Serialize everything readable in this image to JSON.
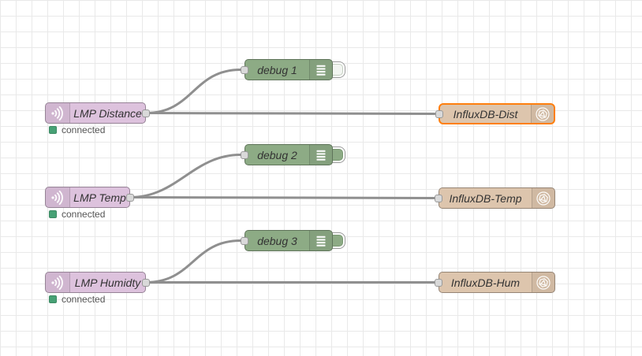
{
  "colors": {
    "mqtt_node": "#ddc2dd",
    "debug_node": "#8dab85",
    "influx_node": "#ddc5ad",
    "selected_border": "#ff7f0e",
    "wire": "#8f8f8f",
    "status_green": "#47a175",
    "port": "#d9d9d9",
    "grid_line": "#e9e9e9"
  },
  "nodes": {
    "mqtt_distance": {
      "label": "LMP Distance",
      "status": "connected"
    },
    "mqtt_temp": {
      "label": "LMP Temp",
      "status": "connected"
    },
    "mqtt_humidity": {
      "label": "LMP Humidty",
      "status": "connected"
    },
    "debug_1": {
      "label": "debug 1",
      "enabled": false
    },
    "debug_2": {
      "label": "debug 2",
      "enabled": true
    },
    "debug_3": {
      "label": "debug 3",
      "enabled": true
    },
    "influx_dist": {
      "label": "InfluxDB-Dist",
      "selected": true
    },
    "influx_temp": {
      "label": "InfluxDB-Temp",
      "selected": false
    },
    "influx_hum": {
      "label": "InfluxDB-Hum",
      "selected": false
    }
  }
}
